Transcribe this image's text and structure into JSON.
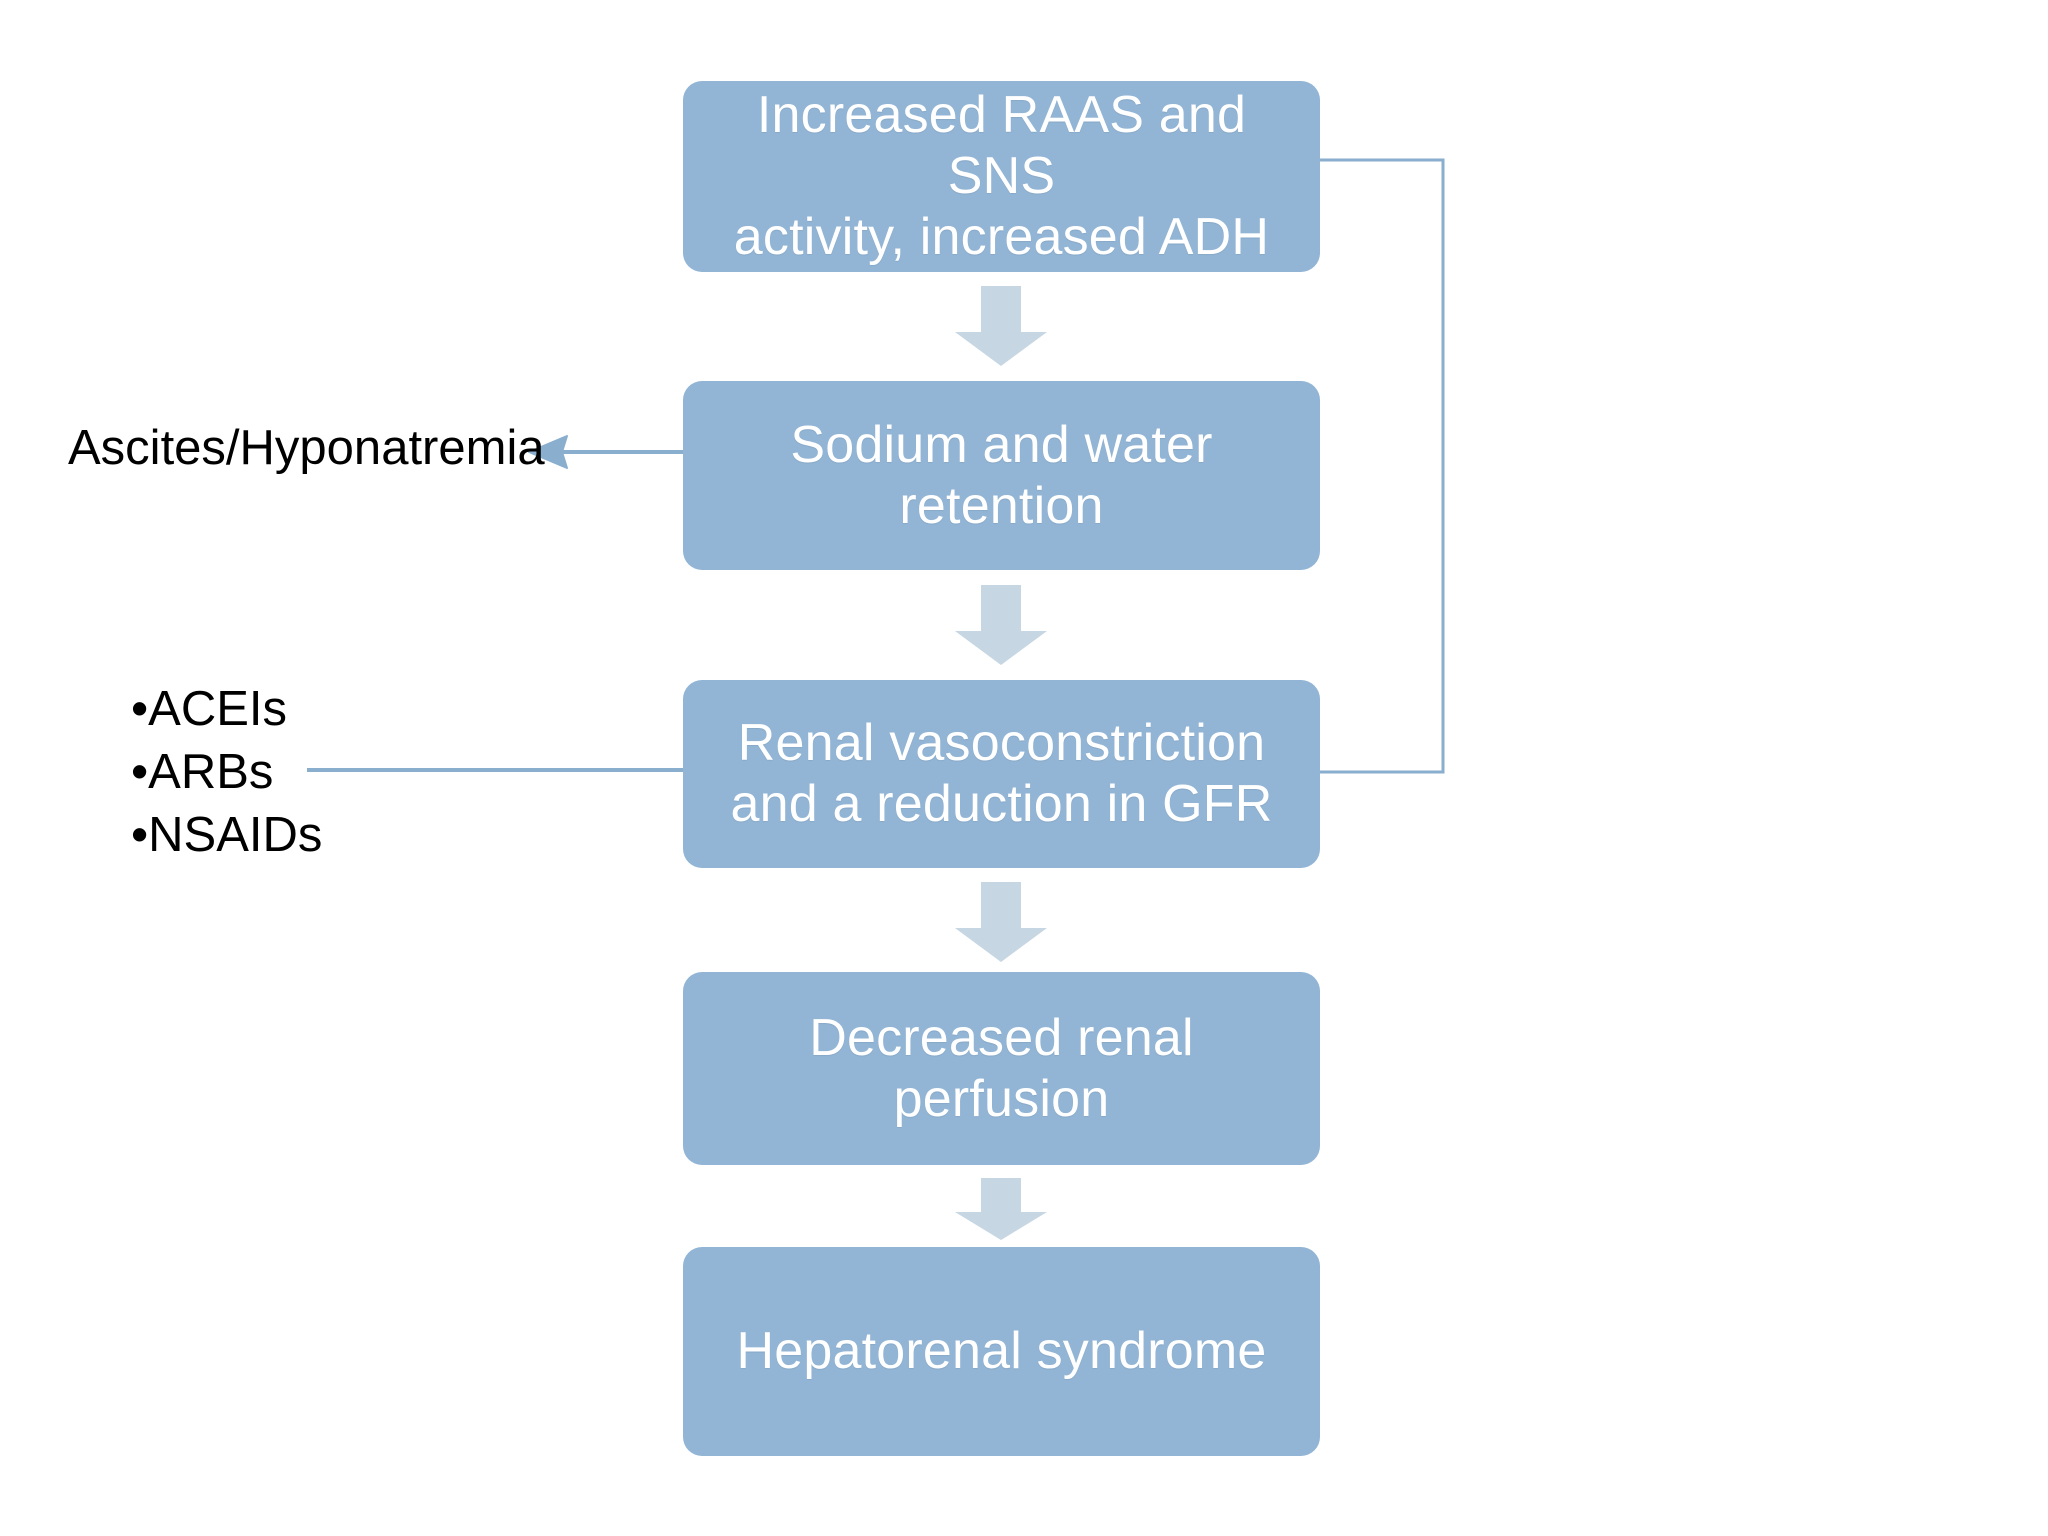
{
  "diagram": {
    "title": "Hepatorenal syndrome pathophysiology flowchart",
    "accent_box_color": "#92b5d6",
    "arrow_color": "#c6d6e3",
    "connector_color": "#8aaecd",
    "text_color": "#ffffff",
    "label_color": "#000000",
    "background_color": "#ffffff"
  },
  "nodes": [
    {
      "id": "node-1",
      "line1": "Increased RAAS and SNS",
      "line2": "activity, increased ADH"
    },
    {
      "id": "node-2",
      "line1": "Sodium and water",
      "line2": "retention"
    },
    {
      "id": "node-3",
      "line1": "Renal vasoconstriction",
      "line2": "and a reduction in GFR"
    },
    {
      "id": "node-4",
      "line1": "Decreased renal perfusion",
      "line2": ""
    },
    {
      "id": "node-5",
      "line1": "Hepatorenal syndrome",
      "line2": ""
    }
  ],
  "side_labels": {
    "ascites": "Ascites/Hyponatremia",
    "drugs": [
      "•ACEIs",
      "•ARBs",
      "•NSAIDs"
    ]
  },
  "connectors": [
    {
      "name": "feedback-loop",
      "from": "node-1",
      "to": "node-3",
      "style": "elbow"
    },
    {
      "name": "ascites-callout",
      "from": "node-2",
      "to": "ascites",
      "style": "arrow-left"
    },
    {
      "name": "drugs-callout",
      "from": "node-3",
      "to": "drugs",
      "style": "line"
    }
  ],
  "flow_arrows": [
    {
      "name": "arrow-node1-node2",
      "direction": "down"
    },
    {
      "name": "arrow-node2-node3",
      "direction": "down"
    },
    {
      "name": "arrow-node3-node4",
      "direction": "down"
    },
    {
      "name": "arrow-node4-node5",
      "direction": "down"
    }
  ]
}
